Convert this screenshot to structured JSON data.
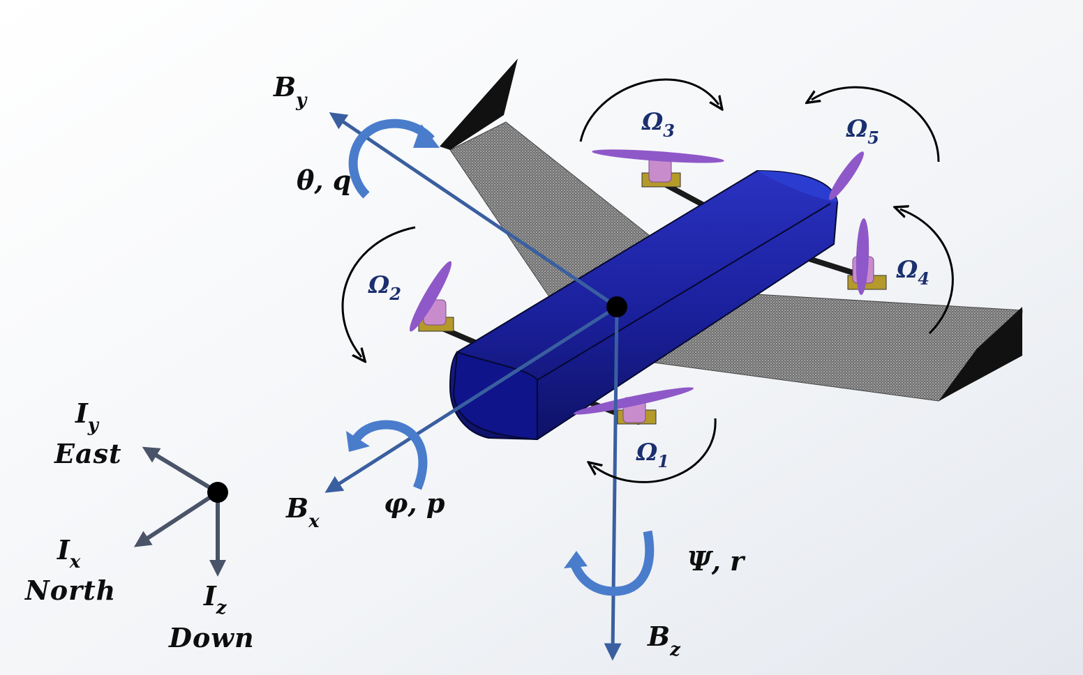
{
  "labels": {
    "by": {
      "main": "B",
      "sub": "y"
    },
    "bx": {
      "main": "B",
      "sub": "x"
    },
    "bz": {
      "main": "B",
      "sub": "z"
    },
    "pitch": "θ, q",
    "roll": "φ, p",
    "yaw": "Ψ, r",
    "iy": {
      "main": "I",
      "sub": "y",
      "dir": "East"
    },
    "ix": {
      "main": "I",
      "sub": "x",
      "dir": "North"
    },
    "iz": {
      "main": "I",
      "sub": "z",
      "dir": "Down"
    }
  },
  "rotors": [
    {
      "main": "Ω",
      "sub": "1"
    },
    {
      "main": "Ω",
      "sub": "2"
    },
    {
      "main": "Ω",
      "sub": "3"
    },
    {
      "main": "Ω",
      "sub": "4"
    },
    {
      "main": "Ω",
      "sub": "5"
    }
  ],
  "colors": {
    "body_axis": "#3a5fa0",
    "rotation_arrow": "#4a7ccc",
    "fuselage": "#1a1f9a",
    "propeller": "#8f58c8",
    "motor": "#c88ccc",
    "wing": "#8a8a8a",
    "winglet": "#111111",
    "inertial_axis": "#4a5468",
    "rotor_label": "#1b2f6e"
  }
}
